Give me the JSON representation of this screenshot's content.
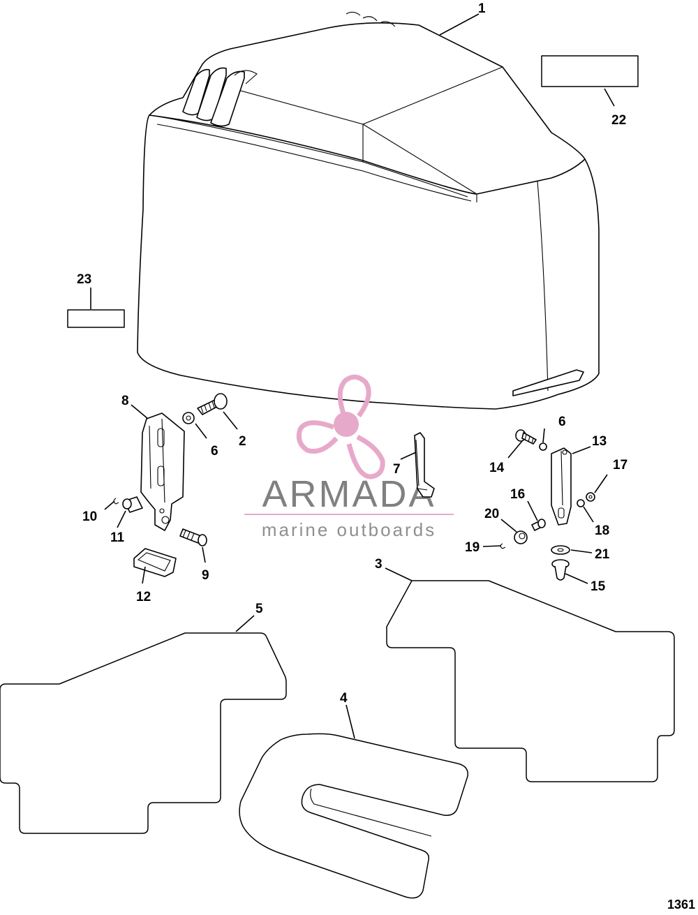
{
  "diagram": {
    "figure_number": "1361",
    "callouts": [
      {
        "id": "c1",
        "label": "1"
      },
      {
        "id": "c2",
        "label": "2"
      },
      {
        "id": "c3",
        "label": "3"
      },
      {
        "id": "c4",
        "label": "4"
      },
      {
        "id": "c5",
        "label": "5"
      },
      {
        "id": "c6a",
        "label": "6"
      },
      {
        "id": "c6b",
        "label": "6"
      },
      {
        "id": "c7",
        "label": "7"
      },
      {
        "id": "c8",
        "label": "8"
      },
      {
        "id": "c9",
        "label": "9"
      },
      {
        "id": "c10",
        "label": "10"
      },
      {
        "id": "c11",
        "label": "11"
      },
      {
        "id": "c12",
        "label": "12"
      },
      {
        "id": "c13",
        "label": "13"
      },
      {
        "id": "c14",
        "label": "14"
      },
      {
        "id": "c15",
        "label": "15"
      },
      {
        "id": "c16",
        "label": "16"
      },
      {
        "id": "c17",
        "label": "17"
      },
      {
        "id": "c18",
        "label": "18"
      },
      {
        "id": "c19",
        "label": "19"
      },
      {
        "id": "c20",
        "label": "20"
      },
      {
        "id": "c21",
        "label": "21"
      },
      {
        "id": "c22",
        "label": "22"
      },
      {
        "id": "c23",
        "label": "23"
      }
    ]
  },
  "watermark": {
    "brand": "ARMADA",
    "tagline": "marine outboards",
    "color": "#e6a5c8"
  }
}
